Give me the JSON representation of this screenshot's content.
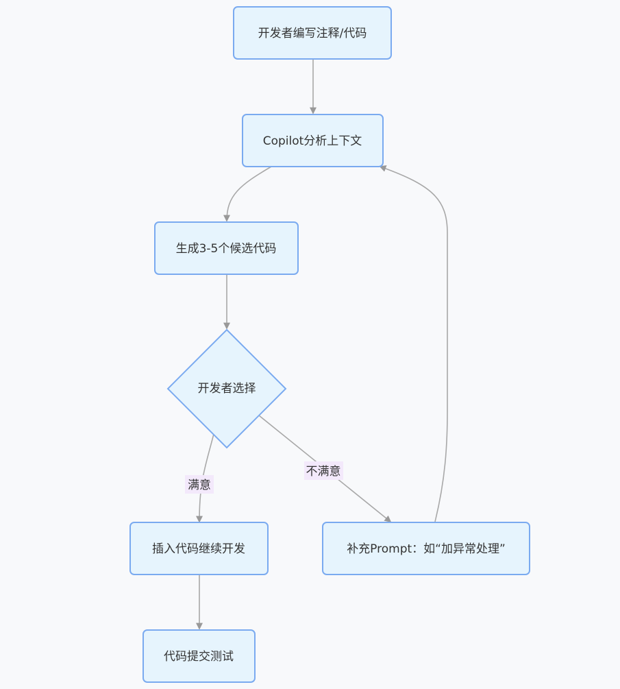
{
  "diagram": {
    "type": "flowchart",
    "nodes": {
      "write": "开发者编写注释/代码",
      "analyze": "Copilot分析上下文",
      "generate": "生成3-5个候选代码",
      "choose": "开发者选择",
      "insert": "插入代码继续开发",
      "prompt": "补充Prompt：如“加异常处理”",
      "commit": "代码提交测试"
    },
    "edge_labels": {
      "satisfied": "满意",
      "unsatisfied": "不满意"
    },
    "edges": [
      {
        "from": "write",
        "to": "analyze"
      },
      {
        "from": "analyze",
        "to": "generate"
      },
      {
        "from": "generate",
        "to": "choose"
      },
      {
        "from": "choose",
        "to": "insert",
        "label": "满意"
      },
      {
        "from": "choose",
        "to": "prompt",
        "label": "不满意"
      },
      {
        "from": "prompt",
        "to": "analyze"
      },
      {
        "from": "insert",
        "to": "commit"
      }
    ],
    "colors": {
      "node_fill": "#e6f4fd",
      "node_stroke": "#7aaaf0",
      "edge": "#a8a8a8",
      "label_bg": "#f3e9fb"
    }
  }
}
